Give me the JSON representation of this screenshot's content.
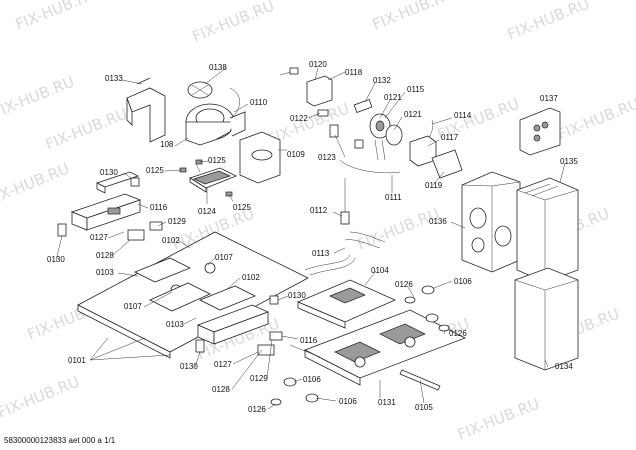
{
  "watermark": "FIX-HUB.RU",
  "footer": "58300000123833 aet 000 a 1/1",
  "labels": {
    "p0133": "0133",
    "p0138": "0138",
    "p0120": "0120",
    "p0118": "0118",
    "p0132": "0132",
    "p0115": "0115",
    "p0121a": "0121",
    "p0121b": "0121",
    "p0114": "0114",
    "p0137": "0137",
    "p0110": "0110",
    "p0122": "0122",
    "p0117": "0117",
    "p108": "108",
    "p0109": "0109",
    "p0123": "0123",
    "p0125a": "0125",
    "p0125b": "0125",
    "p0125c": "0125",
    "p0119": "0119",
    "p0135": "0135",
    "p0130a": "0130",
    "p0111": "0111",
    "p0116a": "0116",
    "p0124": "0124",
    "p0112": "0112",
    "p0136": "0136",
    "p0129a": "0129",
    "p0127a": "0127",
    "p0102a": "0102",
    "p0130b": "0130",
    "p0128": "0128",
    "p0113": "0113",
    "p0107a": "0107",
    "p0103a": "0103",
    "p0102b": "0102",
    "p0104": "0104",
    "p0126a": "0126",
    "p0106a": "0106",
    "p0130c": "0130",
    "p0107b": "0107",
    "p0103b": "0103",
    "p0126b": "0126",
    "p0116b": "0116",
    "p0101": "0101",
    "p0130d": "0130",
    "p0127b": "0127",
    "p0134": "0134",
    "p0128b": "0128",
    "p0129b": "0129",
    "p0106b": "0106",
    "p0131": "0131",
    "p0126c": "0126",
    "p0106c": "0106",
    "p0105": "0105"
  }
}
